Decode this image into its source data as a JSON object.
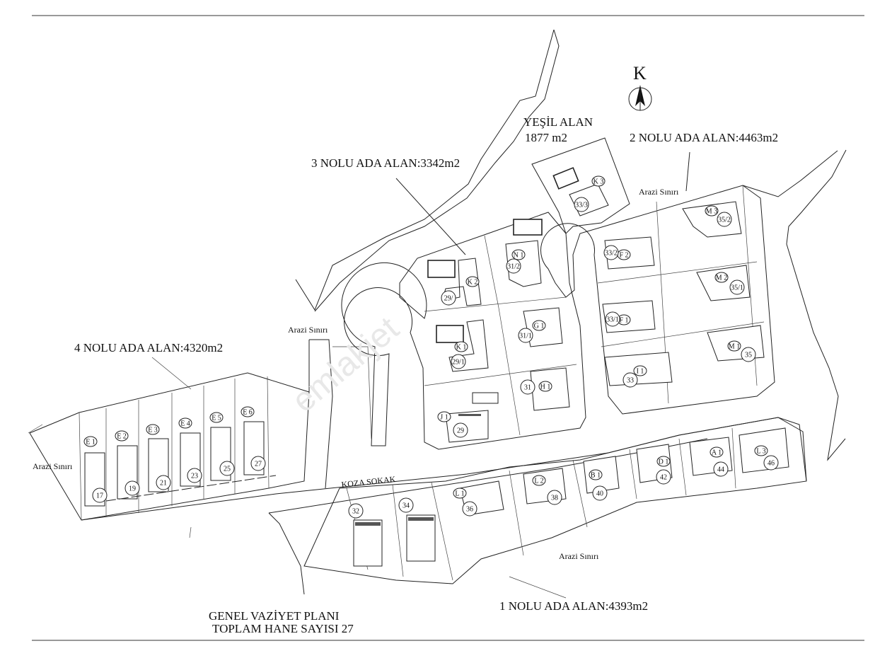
{
  "north": {
    "letter": "K"
  },
  "areas": {
    "green": {
      "line1": "YEŞİL ALAN",
      "line2": "1877 m2"
    },
    "ada1": "1 NOLU ADA ALAN:4393m2",
    "ada2": "2 NOLU ADA ALAN:4463m2",
    "ada3": "3 NOLU ADA ALAN:3342m2",
    "ada4": "4 NOLU ADA ALAN:4320m2"
  },
  "boundary_labels": {
    "a": "Arazi Sınırı",
    "b": "Arazi Sınırı",
    "c": "Arazi Sınırı",
    "d": "Arazi Sınırı"
  },
  "street": "KOZA SOKAK",
  "footer": {
    "title": "GENEL VAZİYET PLANI",
    "subtitle": "TOPLAM HANE SAYISI 27"
  },
  "watermark": "emlakjet",
  "plots": [
    {
      "code": "E 1",
      "num": "17"
    },
    {
      "code": "E 2",
      "num": "19"
    },
    {
      "code": "E 3",
      "num": "21"
    },
    {
      "code": "E 4",
      "num": "23"
    },
    {
      "code": "E 5",
      "num": "25"
    },
    {
      "code": "E 6",
      "num": "27"
    },
    {
      "code": "J 1",
      "num": "29"
    },
    {
      "code": "K 1",
      "num": "29/1"
    },
    {
      "code": "K 2",
      "num": "29/"
    },
    {
      "code": "N 1",
      "num": "31/2"
    },
    {
      "code": "G 1",
      "num": "31/1"
    },
    {
      "code": "H 1",
      "num": "31"
    },
    {
      "code": "K 3",
      "num": "33/3"
    },
    {
      "code": "F 2",
      "num": "33/2"
    },
    {
      "code": "F 1",
      "num": "33/1"
    },
    {
      "code": "I 1",
      "num": "33"
    },
    {
      "code": "M 3",
      "num": "35/2"
    },
    {
      "code": "M 2",
      "num": "35/1"
    },
    {
      "code": "M 1",
      "num": "35"
    },
    {
      "code": "L 1",
      "num": "36"
    },
    {
      "code": "L 2",
      "num": "38"
    },
    {
      "code": "B 1",
      "num": "40"
    },
    {
      "code": "D 1",
      "num": "42"
    },
    {
      "code": "A 1",
      "num": "44"
    },
    {
      "code": "L 3",
      "num": "46"
    },
    {
      "code": "",
      "num": "32"
    },
    {
      "code": "",
      "num": "34"
    }
  ]
}
